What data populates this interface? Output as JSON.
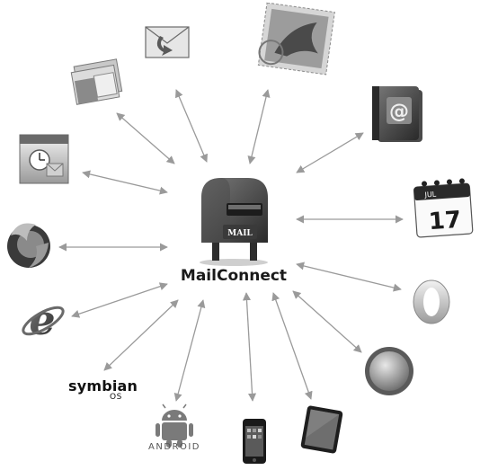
{
  "center": {
    "title": "MailConnect",
    "mailbox_label": "MAIL"
  },
  "calendar": {
    "month": "JUL",
    "day": "17"
  },
  "platforms": {
    "symbian_word": "symbian",
    "symbian_os": "OS",
    "android_word": "ANDROID"
  },
  "icons": [
    "apple-mail-stamp-icon",
    "address-book-icon",
    "ical-calendar-icon",
    "opera-icon",
    "safari-compass-icon",
    "ipad-icon",
    "iphone-icon",
    "android-robot-icon",
    "symbian-os-logo",
    "internet-explorer-icon",
    "firefox-icon",
    "outlook-calendar-icon",
    "outlook-envelope-icon",
    "send-receive-envelope-icon"
  ]
}
